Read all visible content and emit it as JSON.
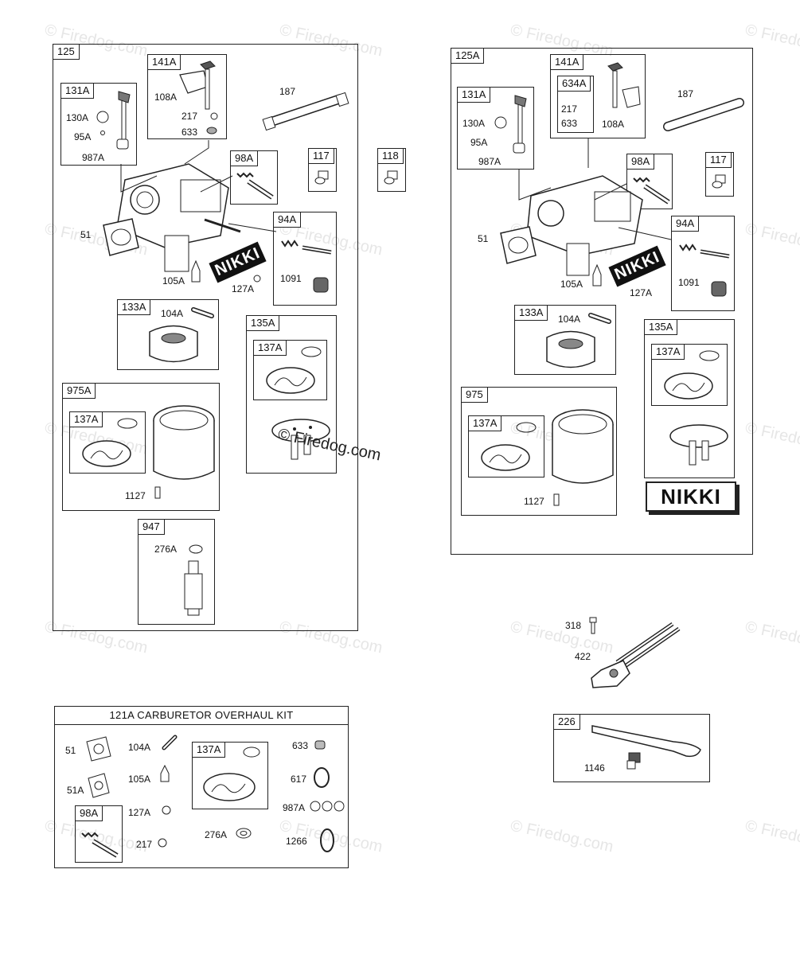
{
  "watermark": "© Firedog.com",
  "brand": "NIKKI",
  "panel_125": {
    "tag": "125",
    "callouts": {
      "p141a": "141A",
      "p108a": "108A",
      "p217": "217",
      "p633": "633",
      "p187": "187",
      "p131a": "131A",
      "p130a": "130A",
      "p95a": "95A",
      "p987a": "987A",
      "p98a": "98A",
      "p117": "117",
      "p51": "51",
      "p105a": "105A",
      "p127a": "127A",
      "p94a": "94A",
      "p1091": "1091",
      "p133a": "133A",
      "p104a": "104A",
      "p135a": "135A",
      "p137a_b": "137A",
      "p975a": "975A",
      "p137a_c": "137A",
      "p1127": "1127",
      "p947": "947",
      "p276a": "276A"
    }
  },
  "loose_118": "118",
  "panel_125a": {
    "tag": "125A",
    "callouts": {
      "p141a": "141A",
      "p634a": "634A",
      "p217": "217",
      "p633": "633",
      "p108a": "108A",
      "p187": "187",
      "p131a": "131A",
      "p130a": "130A",
      "p95a": "95A",
      "p987a": "987A",
      "p98a": "98A",
      "p117": "117",
      "p51": "51",
      "p105a": "105A",
      "p127a": "127A",
      "p94a": "94A",
      "p1091": "1091",
      "p133a": "133A",
      "p104a": "104A",
      "p135a": "135A",
      "p137a_b": "137A",
      "p975": "975",
      "p137a_c": "137A",
      "p1127": "1127"
    }
  },
  "kit": {
    "title": "121A CARBURETOR OVERHAUL KIT",
    "callouts": {
      "p51": "51",
      "p51a": "51A",
      "p98a": "98A",
      "p104a": "104A",
      "p105a": "105A",
      "p127a": "127A",
      "p217": "217",
      "p137a": "137A",
      "p276a": "276A",
      "p633": "633",
      "p617": "617",
      "p987a": "987A",
      "p1266": "1266"
    }
  },
  "linkage": {
    "p318": "318",
    "p422": "422"
  },
  "lever": {
    "tag": "226",
    "p1146": "1146"
  }
}
